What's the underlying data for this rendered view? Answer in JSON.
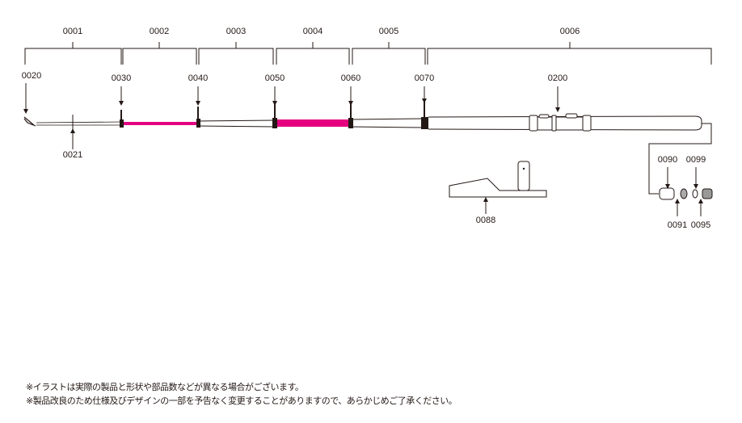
{
  "sections": [
    "0001",
    "0002",
    "0003",
    "0004",
    "0005",
    "0006"
  ],
  "parts": {
    "p0020": "0020",
    "p0021": "0021",
    "p0030": "0030",
    "p0040": "0040",
    "p0050": "0050",
    "p0060": "0060",
    "p0070": "0070",
    "p0200": "0200",
    "p0088": "0088",
    "p0090": "0090",
    "p0099": "0099",
    "p0091": "0091",
    "p0095": "0095"
  },
  "notes": [
    "※イラストは実際の製品と形状や部品数などが異なる場合がございます。",
    "※製品改良のため仕様及びデザインの一部を予告なく変更することがありますので、あらかじめご了承ください。"
  ],
  "colors": {
    "accent": "#e4007f",
    "line": "#231815"
  }
}
